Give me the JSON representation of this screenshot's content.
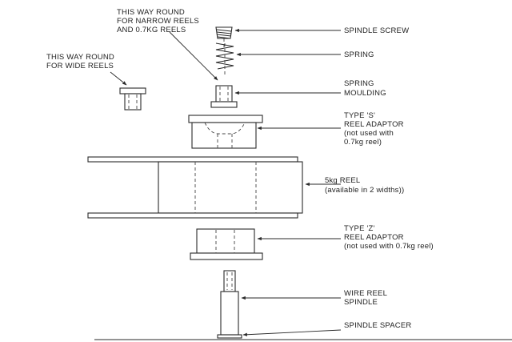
{
  "labels": {
    "this_way_narrow": [
      "THIS WAY ROUND",
      "FOR NARROW REELS",
      "AND 0.7KG REELS"
    ],
    "this_way_wide": [
      "THIS WAY ROUND",
      "FOR WIDE REELS"
    ],
    "spindle_screw": [
      "SPINDLE SCREW"
    ],
    "spring": [
      "SPRING"
    ],
    "spring_moulding": [
      "SPRING",
      "MOULDING"
    ],
    "type_s_adaptor": [
      "TYPE 'S'",
      "REEL ADAPTOR",
      "(not used with",
      "0.7kg reel)"
    ],
    "reel_5kg": [
      "5kg REEL",
      "(available in 2 widths))"
    ],
    "type_z_adaptor": [
      "TYPE 'Z'",
      "REEL ADAPTOR",
      "(not used with 0.7kg reel)"
    ],
    "wire_reel_spindle": [
      "WIRE REEL",
      "SPINDLE"
    ],
    "spindle_spacer": [
      "SPINDLE SPACER"
    ]
  }
}
